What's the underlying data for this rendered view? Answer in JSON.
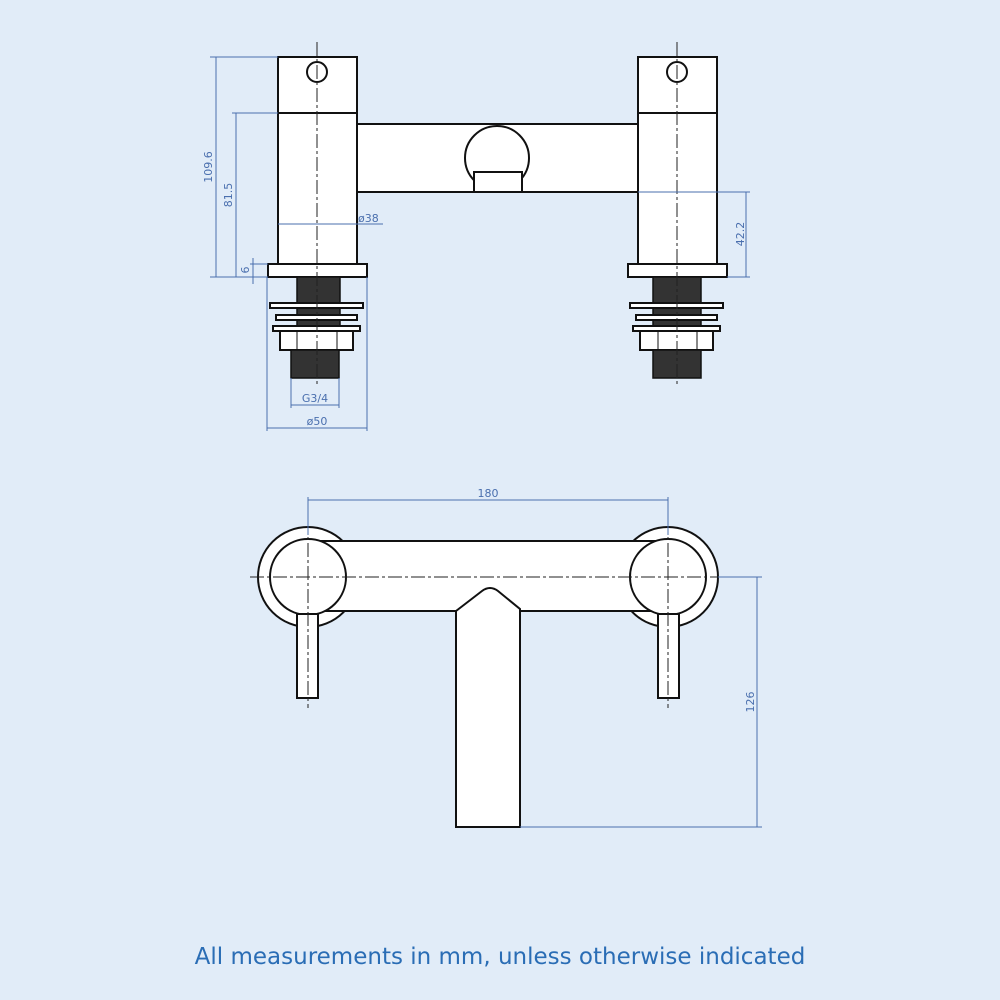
{
  "dimensions": {
    "total_height": "109.6",
    "body_height": "81.5",
    "flange_thickness": "6",
    "body_diameter": "ø38",
    "spout_clearance": "42.2",
    "thread_size": "G3/4",
    "flange_diameter": "ø50",
    "centres": "180",
    "spout_reach": "126"
  },
  "footer": "All measurements in mm, unless otherwise indicated",
  "colors": {
    "background": "#e1ecf8",
    "dimension": "#4a6fae",
    "footer": "#2a6db5"
  }
}
